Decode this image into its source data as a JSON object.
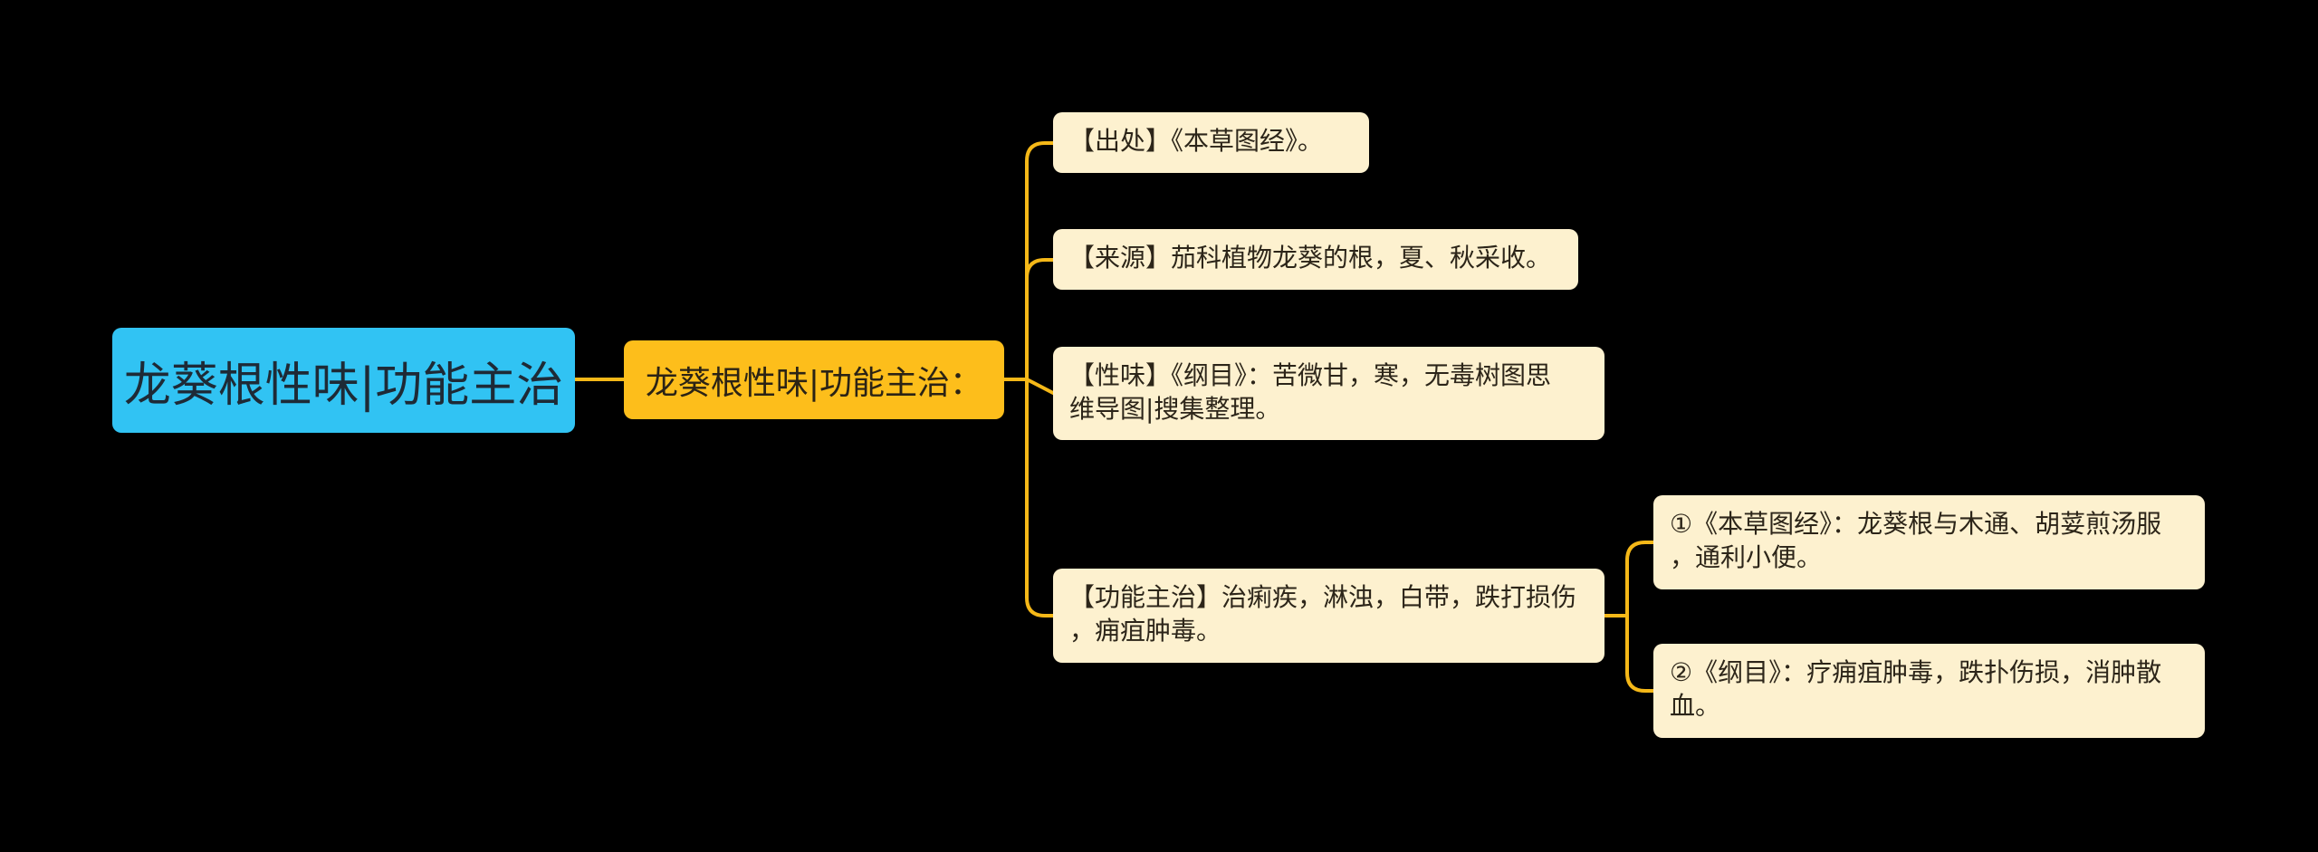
{
  "root": {
    "label": "龙葵根性味|功能主治"
  },
  "main_branch": {
    "label": "龙葵根性味|功能主治："
  },
  "leaves": {
    "source": "【出处】《本草图经》。",
    "origin": "【来源】茄科植物龙葵的根，夏、秋采收。",
    "taste": "【性味】《纲目》：苦微甘，寒，无毒树图思\n维导图|搜集整理。",
    "function": "【功能主治】治痢疾，淋浊，白带，跌打损伤\n，痈疽肿毒。"
  },
  "function_refs": {
    "ref_1": "①《本草图经》：龙葵根与木通、胡荽煎汤服\n，通利小便。",
    "ref_2": "②《纲目》：疗痈疽肿毒，跌扑伤损，消肿散\n血。"
  },
  "colors": {
    "background": "#000000",
    "root_fill": "#31c3f3",
    "branch_fill": "#fdbe1b",
    "leaf_fill": "#fdf1cf",
    "connector": "#f5b818"
  }
}
